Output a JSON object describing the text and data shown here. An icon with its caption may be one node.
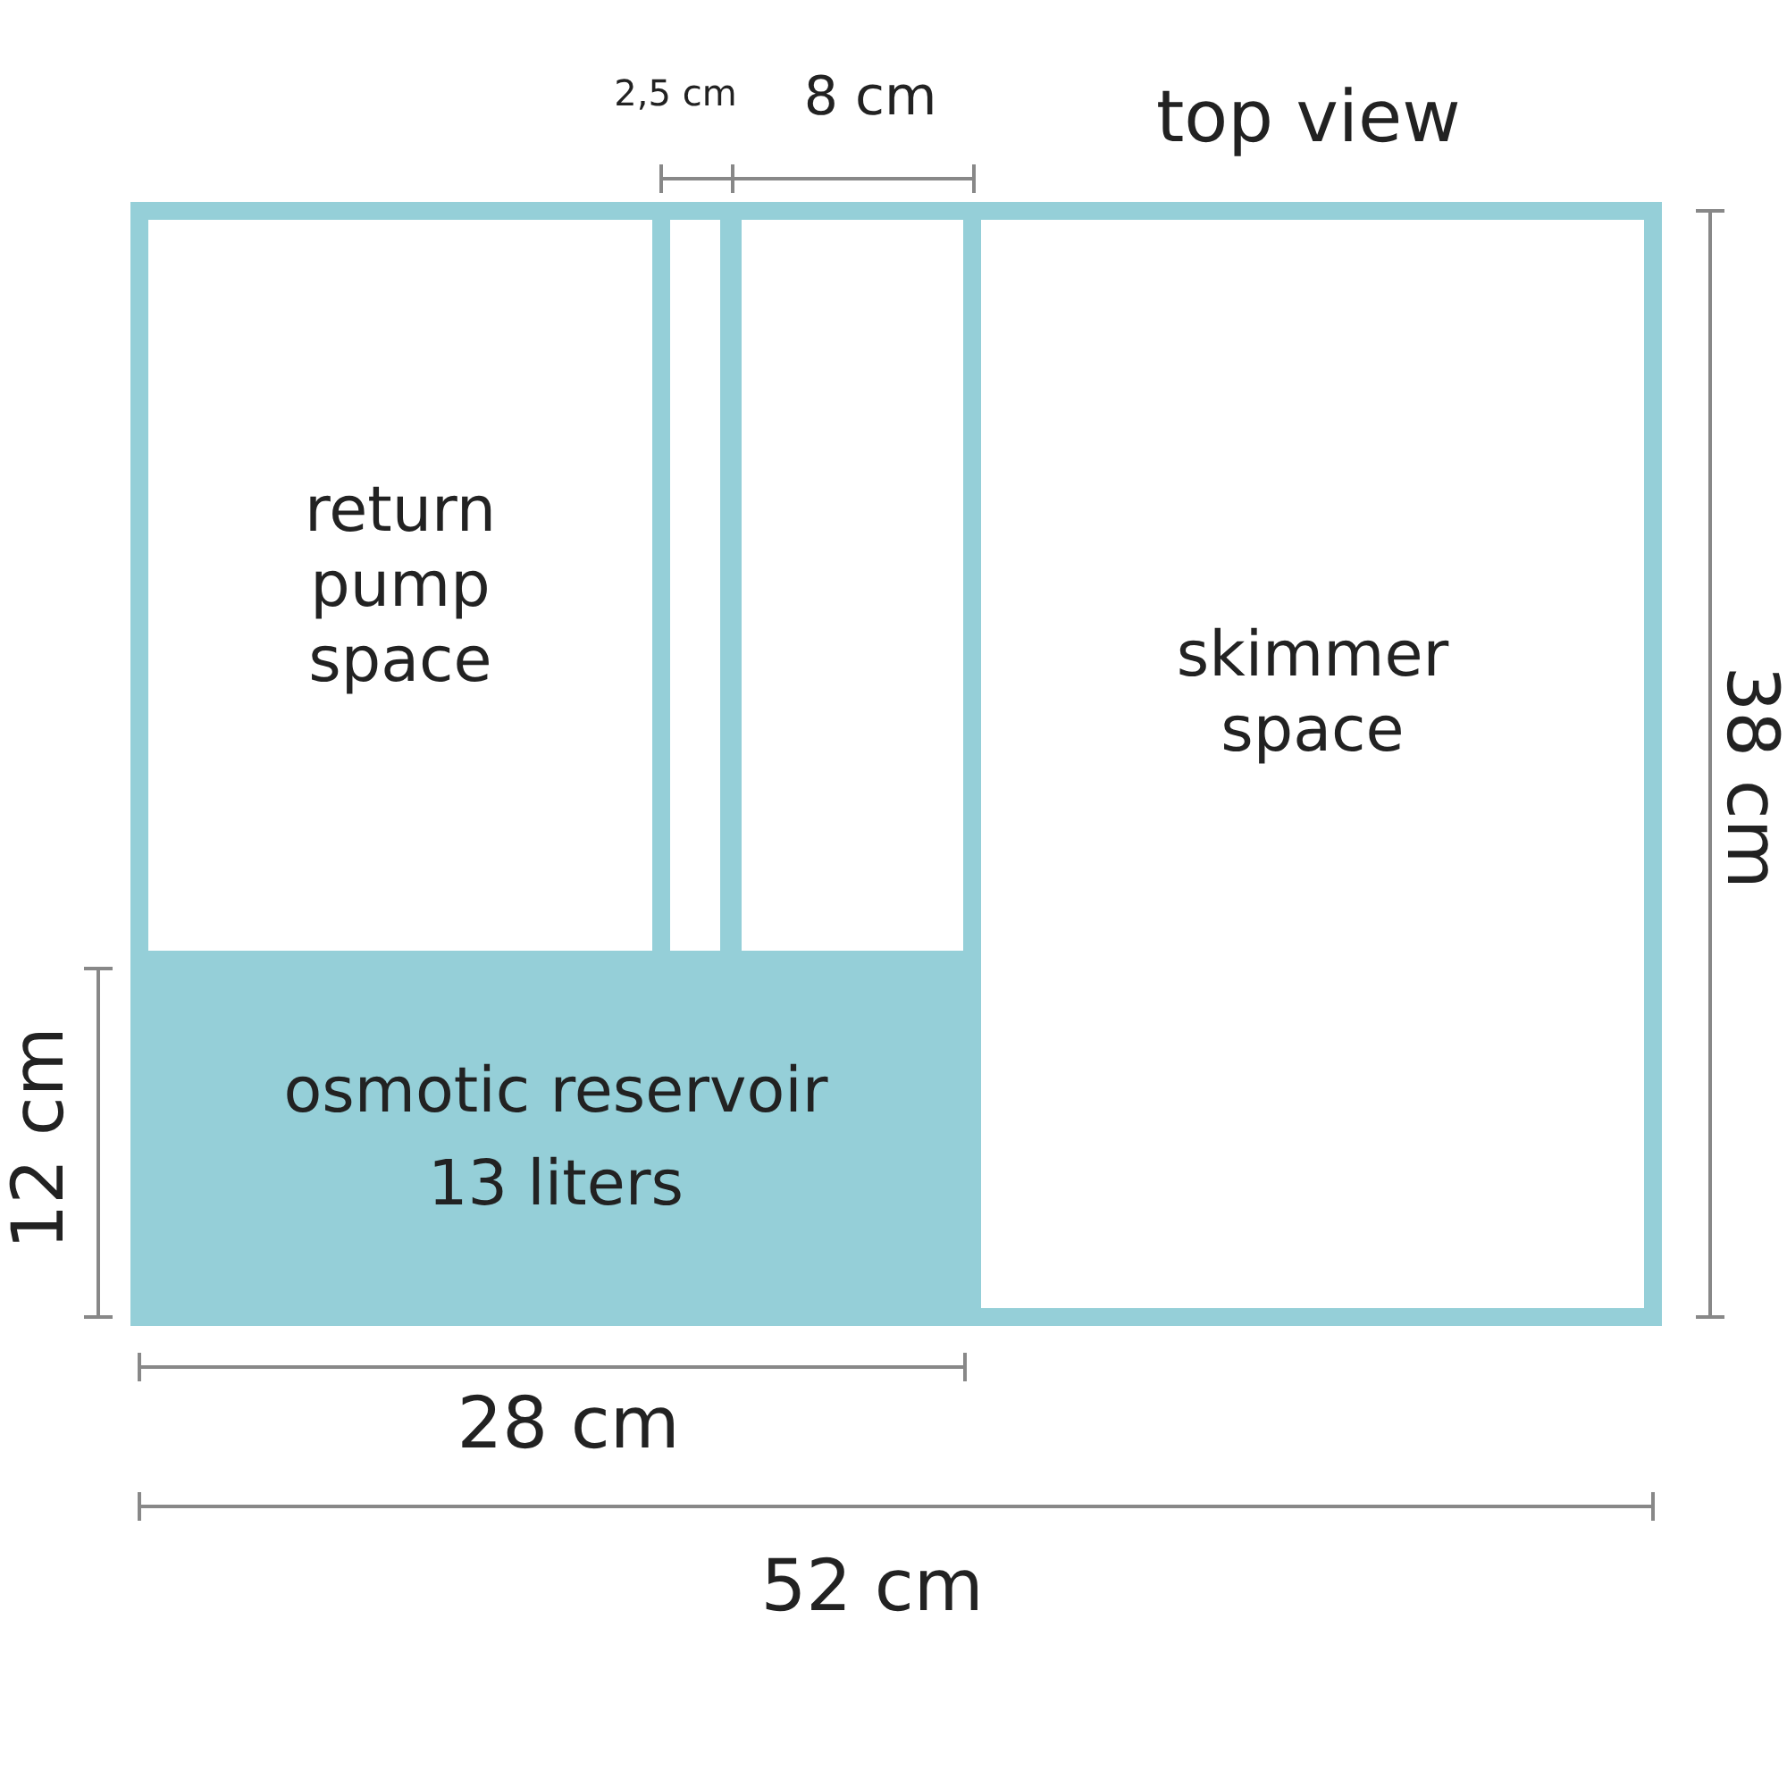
{
  "diagram": {
    "title": "top view",
    "nodes": [
      {
        "text": [
          "return pump space"
        ]
      },
      {
        "text": [],
        "shape": "box"
      },
      {
        "text": [],
        "shape": "box"
      },
      {
        "text": [
          "skimmer space"
        ]
      },
      {
        "text": [
          "osmotic reservoir",
          "13 liters"
        ]
      }
    ],
    "labels": [
      "2,5 cm",
      "8 cm",
      "38 cm",
      "12 cm",
      "28 cm",
      "52 cm"
    ]
  }
}
